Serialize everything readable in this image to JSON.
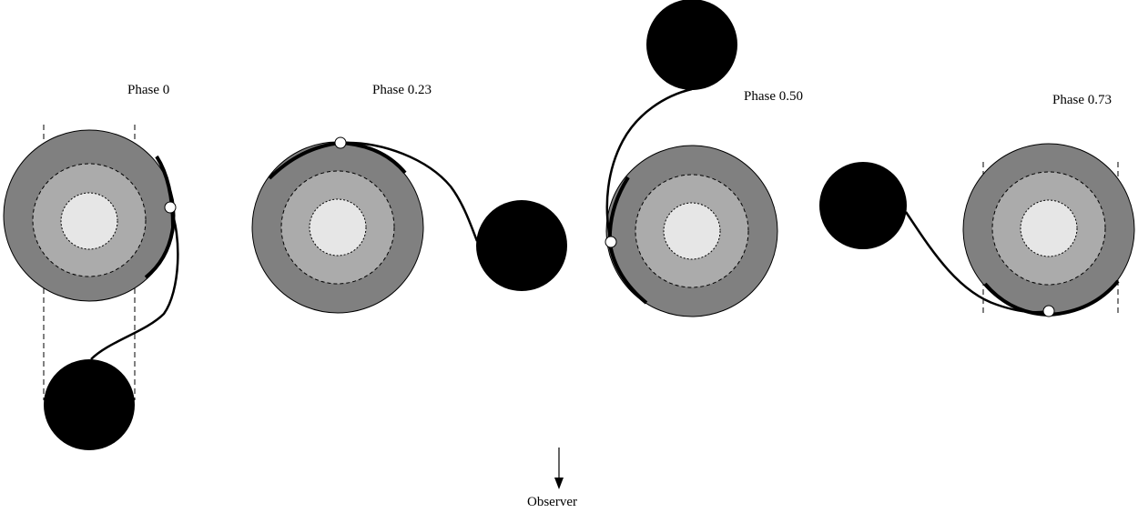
{
  "labels": {
    "phase_0": "Phase 0",
    "phase_023": "Phase 0.23",
    "phase_050": "Phase 0.50",
    "phase_073": "Phase 0.73",
    "observer": "Observer"
  },
  "colors": {
    "outer_shell": "#808080",
    "middle_shell": "#ababab",
    "inner_core": "#e6e6e6",
    "companion": "#000000",
    "stream": "#000000",
    "hot_spot": "#ffffff"
  }
}
